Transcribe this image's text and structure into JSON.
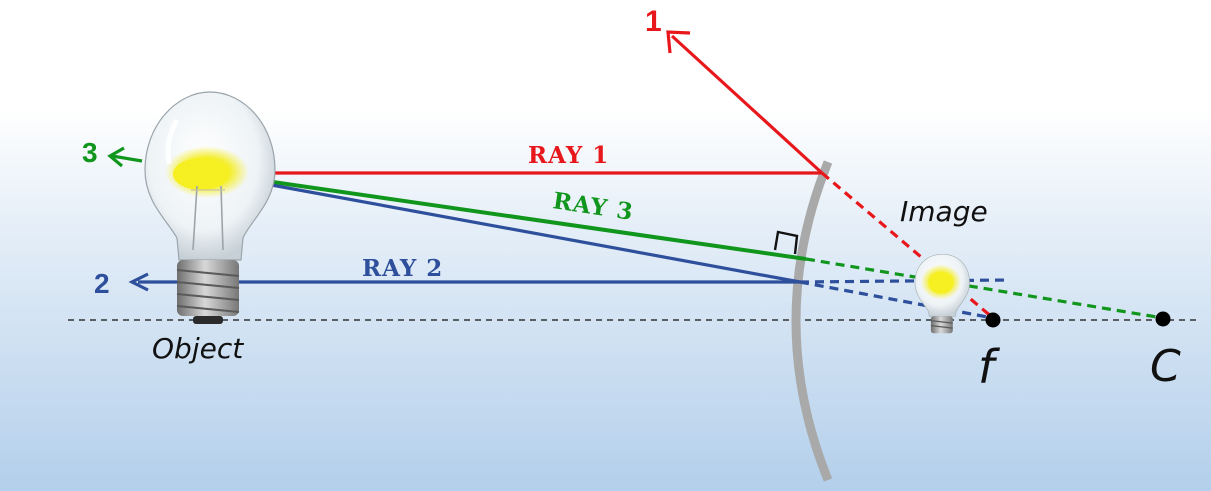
{
  "labels": {
    "ray1": "RAY 1",
    "ray2": "RAY 2",
    "ray3": "RAY 3",
    "num1": "1",
    "num2": "2",
    "num3": "3",
    "object": "Object",
    "image": "Image",
    "focal_point": "f",
    "center_point": "C"
  },
  "colors": {
    "ray1": "#e8171b",
    "ray2": "#2e4f9c",
    "ray3": "#11961d",
    "mirror": "#a9a9a9",
    "axis": "#333333",
    "background_top": "#ffffff",
    "background_bottom": "#b7d2ec"
  },
  "icons": {
    "object_bulb": "light-bulb-icon",
    "image_bulb": "light-bulb-icon",
    "right_angle": "right-angle-marker-icon"
  }
}
